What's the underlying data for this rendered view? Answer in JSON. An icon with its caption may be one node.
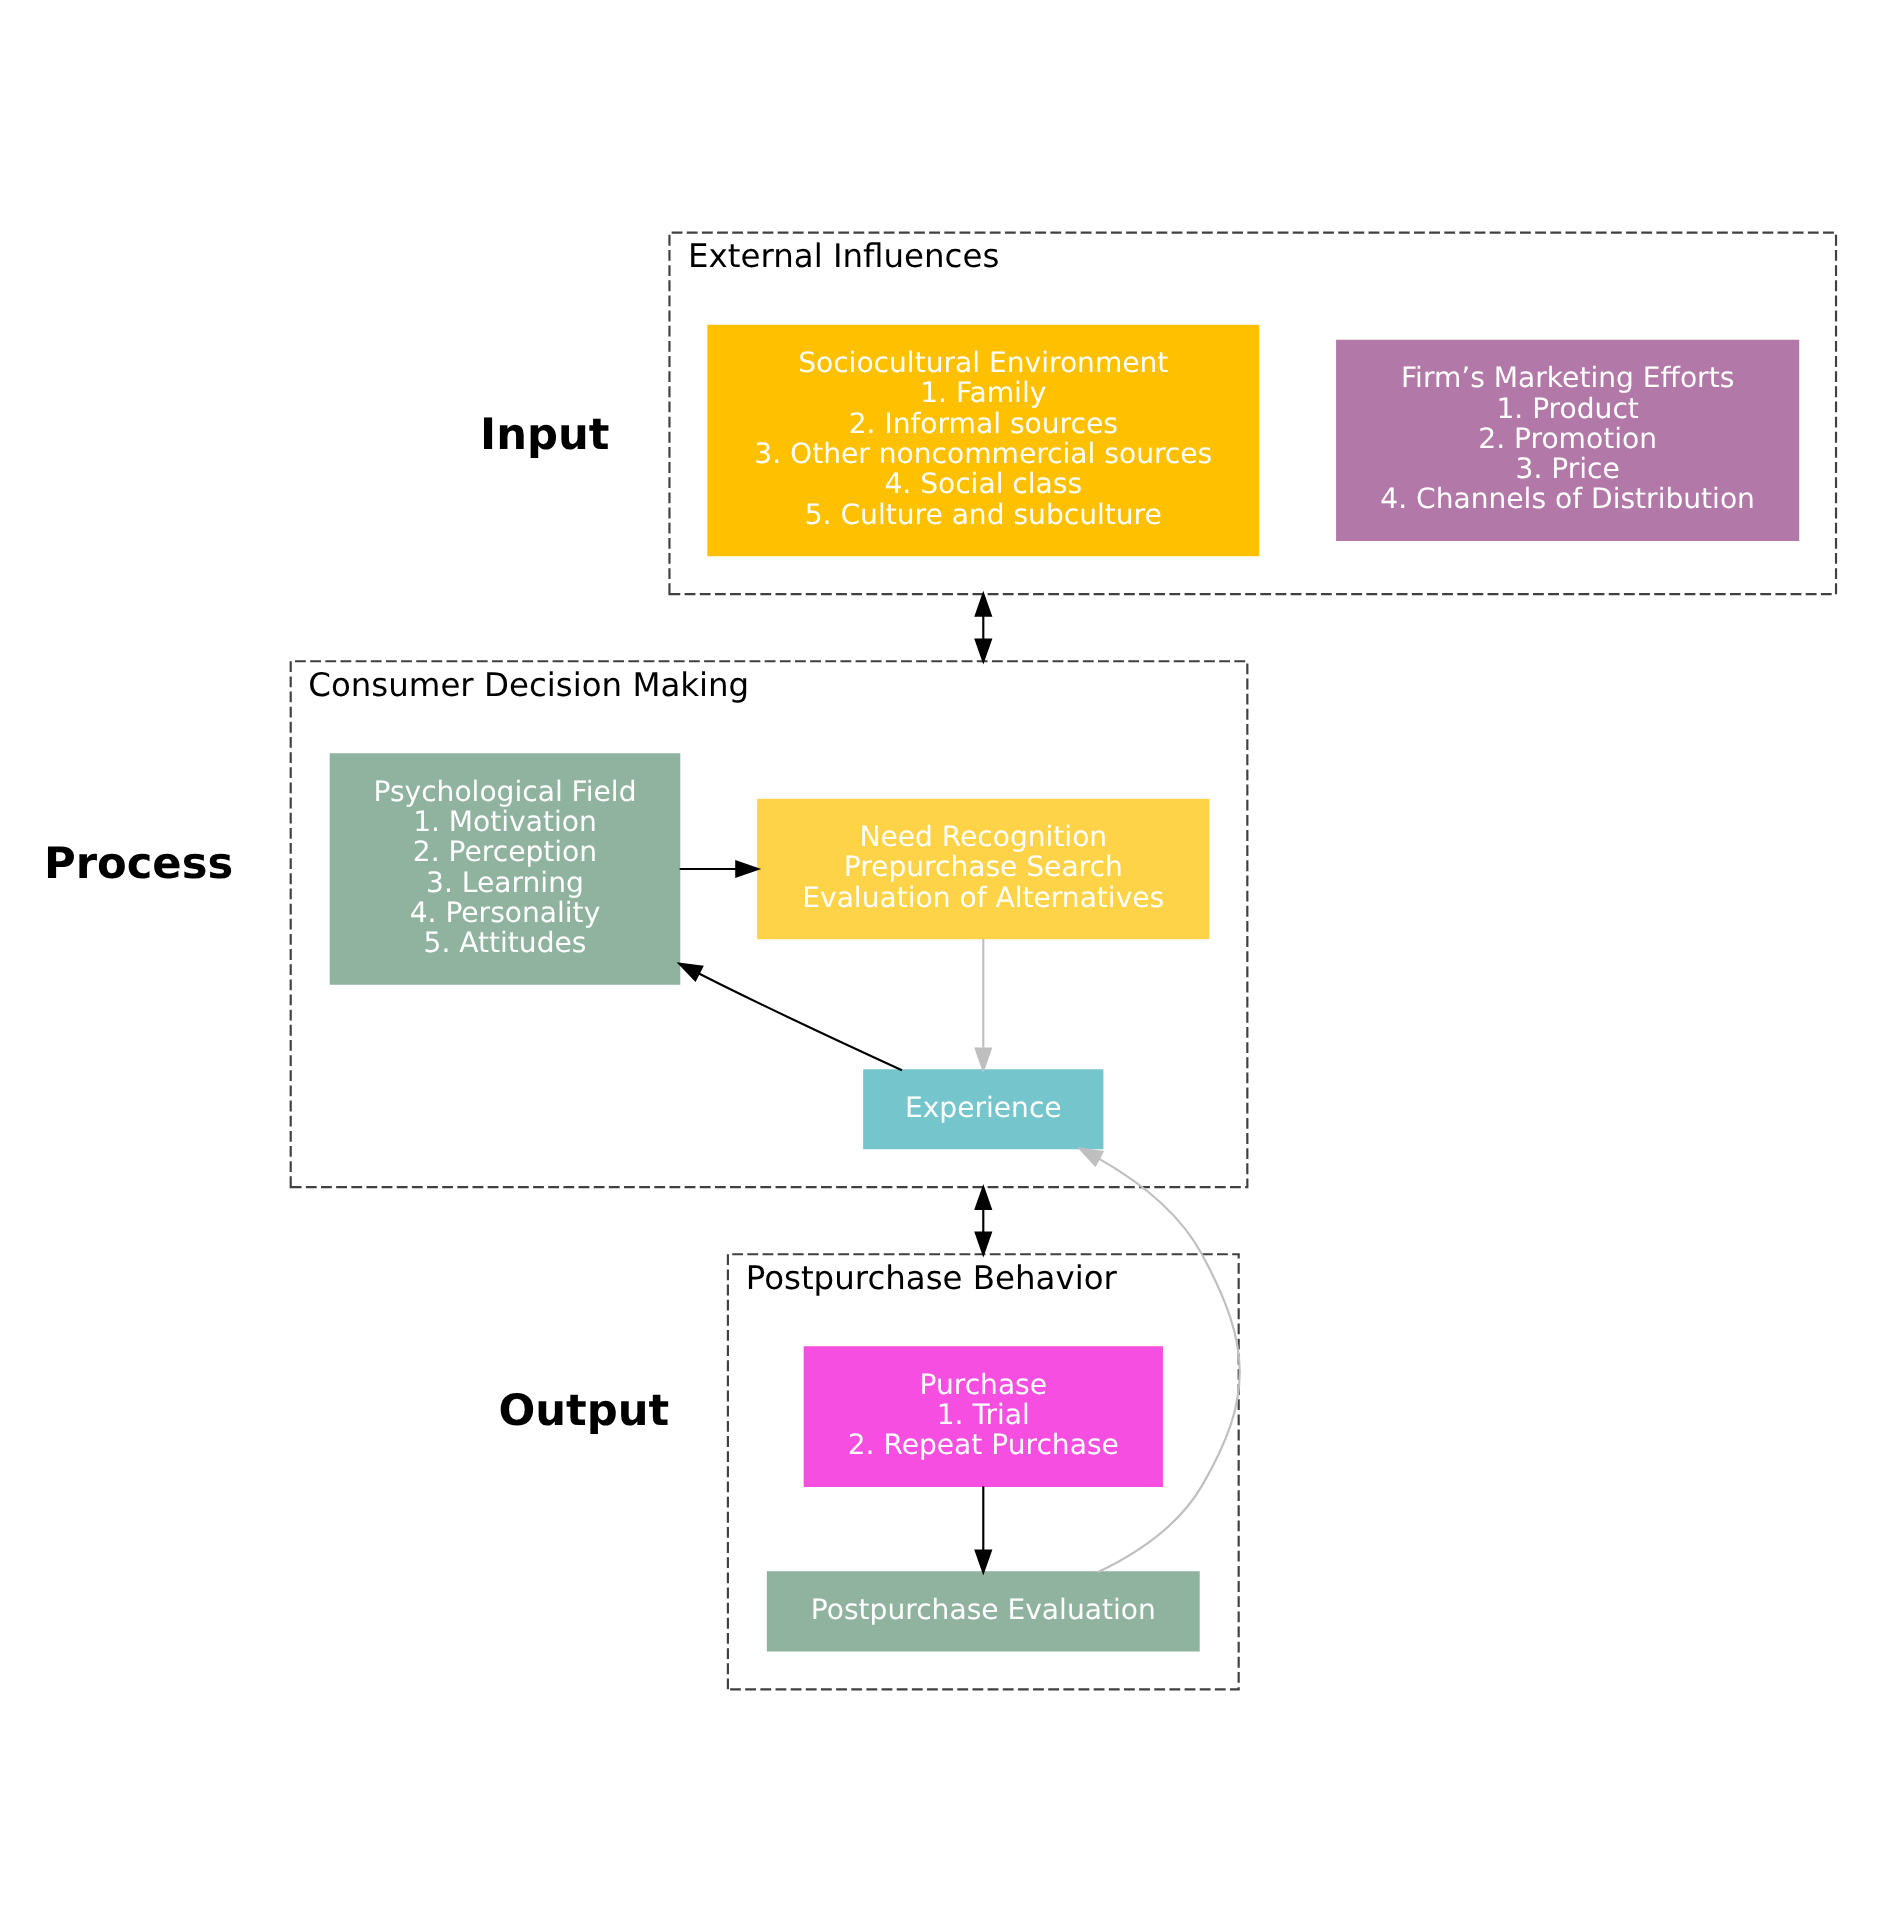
{
  "diagram": {
    "nodes": [
      {
        "text": [
          "External Influences"
        ]
      },
      {
        "text": [
          "Firm’s Marketing Efforts",
          "1. Product",
          "2. Promotion",
          "3. Price",
          "4. Channels of Distribution"
        ],
        "in": 0
      },
      {
        "text": [
          "Sociocultural Environment",
          "1. Family",
          "2. Informal sources",
          "3. Other noncommercial sources",
          "4. Social class",
          "5. Culture and subculture"
        ],
        "in": 0
      },
      {
        "text": [
          "Consumer Decision Making"
        ]
      },
      {
        "text": [
          "Need Recognition",
          "Prepurchase Search",
          "Evaluation of Alternatives"
        ],
        "in": 3
      },
      {
        "text": [
          "Psychological Field",
          "1. Motivation",
          "2. Perception",
          "3. Learning",
          "4. Personality",
          "5. Attitudes"
        ],
        "in": 3
      },
      {
        "text": [
          "Experience"
        ],
        "in": 3
      },
      {
        "text": [
          "Postpurchase Behavior"
        ]
      },
      {
        "text": [
          "Purchase",
          "1. Trial",
          "2. Repeat Purchase"
        ],
        "in": 7
      },
      {
        "text": [
          "Postpurchase Evaluation"
        ],
        "in": 7
      }
    ],
    "edges": [
      {
        "from": 0,
        "to": 3,
        "arrow": "both"
      },
      {
        "from": 5,
        "to": 4,
        "arrow": "to"
      },
      {
        "from": 4,
        "to": 6,
        "arrow": "to",
        "color": "#bfbfbf"
      },
      {
        "from": 6,
        "to": 5,
        "arrow": "to"
      },
      {
        "from": 3,
        "to": 7,
        "arrow": "both"
      },
      {
        "from": 8,
        "to": 9,
        "arrow": "to"
      },
      {
        "from": 9,
        "to": 6,
        "arrow": "to",
        "color": "#bfbfbf"
      }
    ],
    "labels": [
      "Input",
      "Process",
      "Output"
    ]
  }
}
